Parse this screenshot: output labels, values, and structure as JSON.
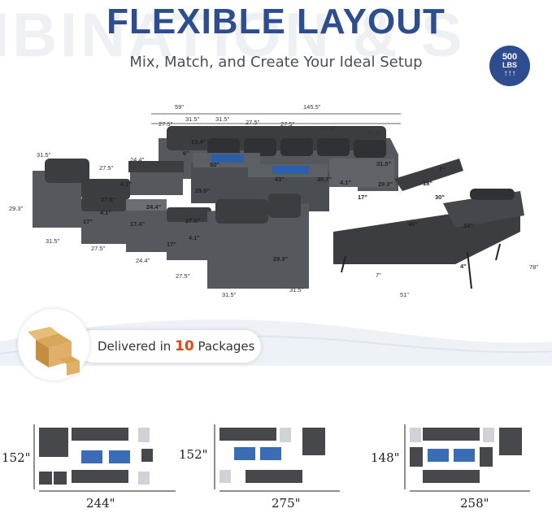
{
  "header": {
    "watermark": "IBINATION & S",
    "title": "FLEXIBLE LAYOUT",
    "subtitle": "Mix, Match, and Create Your Ideal Setup"
  },
  "badge": {
    "weight": "500",
    "unit": "LBS"
  },
  "dimensions": {
    "top_width_left": "59\"",
    "top_width_total": "145.5\"",
    "row_a": "27.5\"",
    "row_b": "31.5\"",
    "row_c": "31.5\"",
    "row_d": "27.5\"",
    "row_e": "27.5\"",
    "row_f": "27.5\"",
    "row_g": "31.5\"",
    "chair_w": "31.5\"",
    "chair_h": "29.3\"",
    "chair_d": "31.5\"",
    "ottoman_w": "27.5\"",
    "ottoman_h": "4.1\"",
    "ottoman_d": "17\"",
    "ottoman_d2": "27.5\"",
    "table_top": "24.4\"",
    "table_w": "24.4\"",
    "table_h": "17.4\"",
    "table_side": "24.4\"",
    "table_side_bottom": "24.4\"",
    "cushion_h": "4.1\"",
    "small_w": "27.5\"",
    "small_d": "27.5\"",
    "fire1_w": "50\"",
    "fire1_h": "25.6\"",
    "fire1_side": "13.4\"",
    "fire1_small": "6\"",
    "fire2_w": "43\"",
    "fire2_h": "30.7\"",
    "sofa_h": "29.3\"",
    "sofa_d": "31.5\"",
    "sofa_seat": "17\"",
    "sofa_cushion": "4.1\"",
    "front_chair_h": "29.3\"",
    "front_chair_w": "31.5\"",
    "front_chair_d": "31.5\"",
    "front_ottoman_w": "27.5\"",
    "front_ottoman_h": "4.1\"",
    "front_ottoman_d": "17\"",
    "left_a": "27.5\"",
    "left_b": "4.1\"",
    "left_c": "17\"",
    "left_d": "27.5\"",
    "left_e": "31.5\"",
    "daybed_pillow": "7\"",
    "daybed_back": "18\"",
    "daybed_back_h": "30\"",
    "daybed_w": "46\"",
    "daybed_seat": "24\"",
    "daybed_len": "78\"",
    "daybed_leg": "7\"",
    "daybed_cushion": "4\"",
    "daybed_depth": "51\""
  },
  "delivery": {
    "prefix": "Delivered in ",
    "count": "10",
    "suffix": " Packages"
  },
  "layouts": [
    {
      "height": "152\"",
      "width": "244\""
    },
    {
      "height": "152\"",
      "width": "275\""
    },
    {
      "height": "148\"",
      "width": "258\""
    }
  ],
  "colors": {
    "title": "#2e4d8e",
    "accent": "#d94a1e",
    "cushion": "#3b3d41",
    "wicker": "#55585d",
    "fire_blue": "#2c5fa8"
  }
}
